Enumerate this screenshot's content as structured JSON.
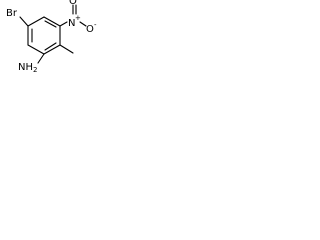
{
  "molecule": {
    "atoms": {
      "bromine": "Br",
      "amine": "NH",
      "amine_subscript": "2",
      "nitro_nitrogen": "N",
      "nitro_plus": "+",
      "nitro_oxygen_double": "O",
      "nitro_oxygen_single": "O",
      "nitro_minus": "-"
    },
    "colors": {
      "bond": "#000000",
      "text": "#000000",
      "background": "#ffffff"
    }
  }
}
